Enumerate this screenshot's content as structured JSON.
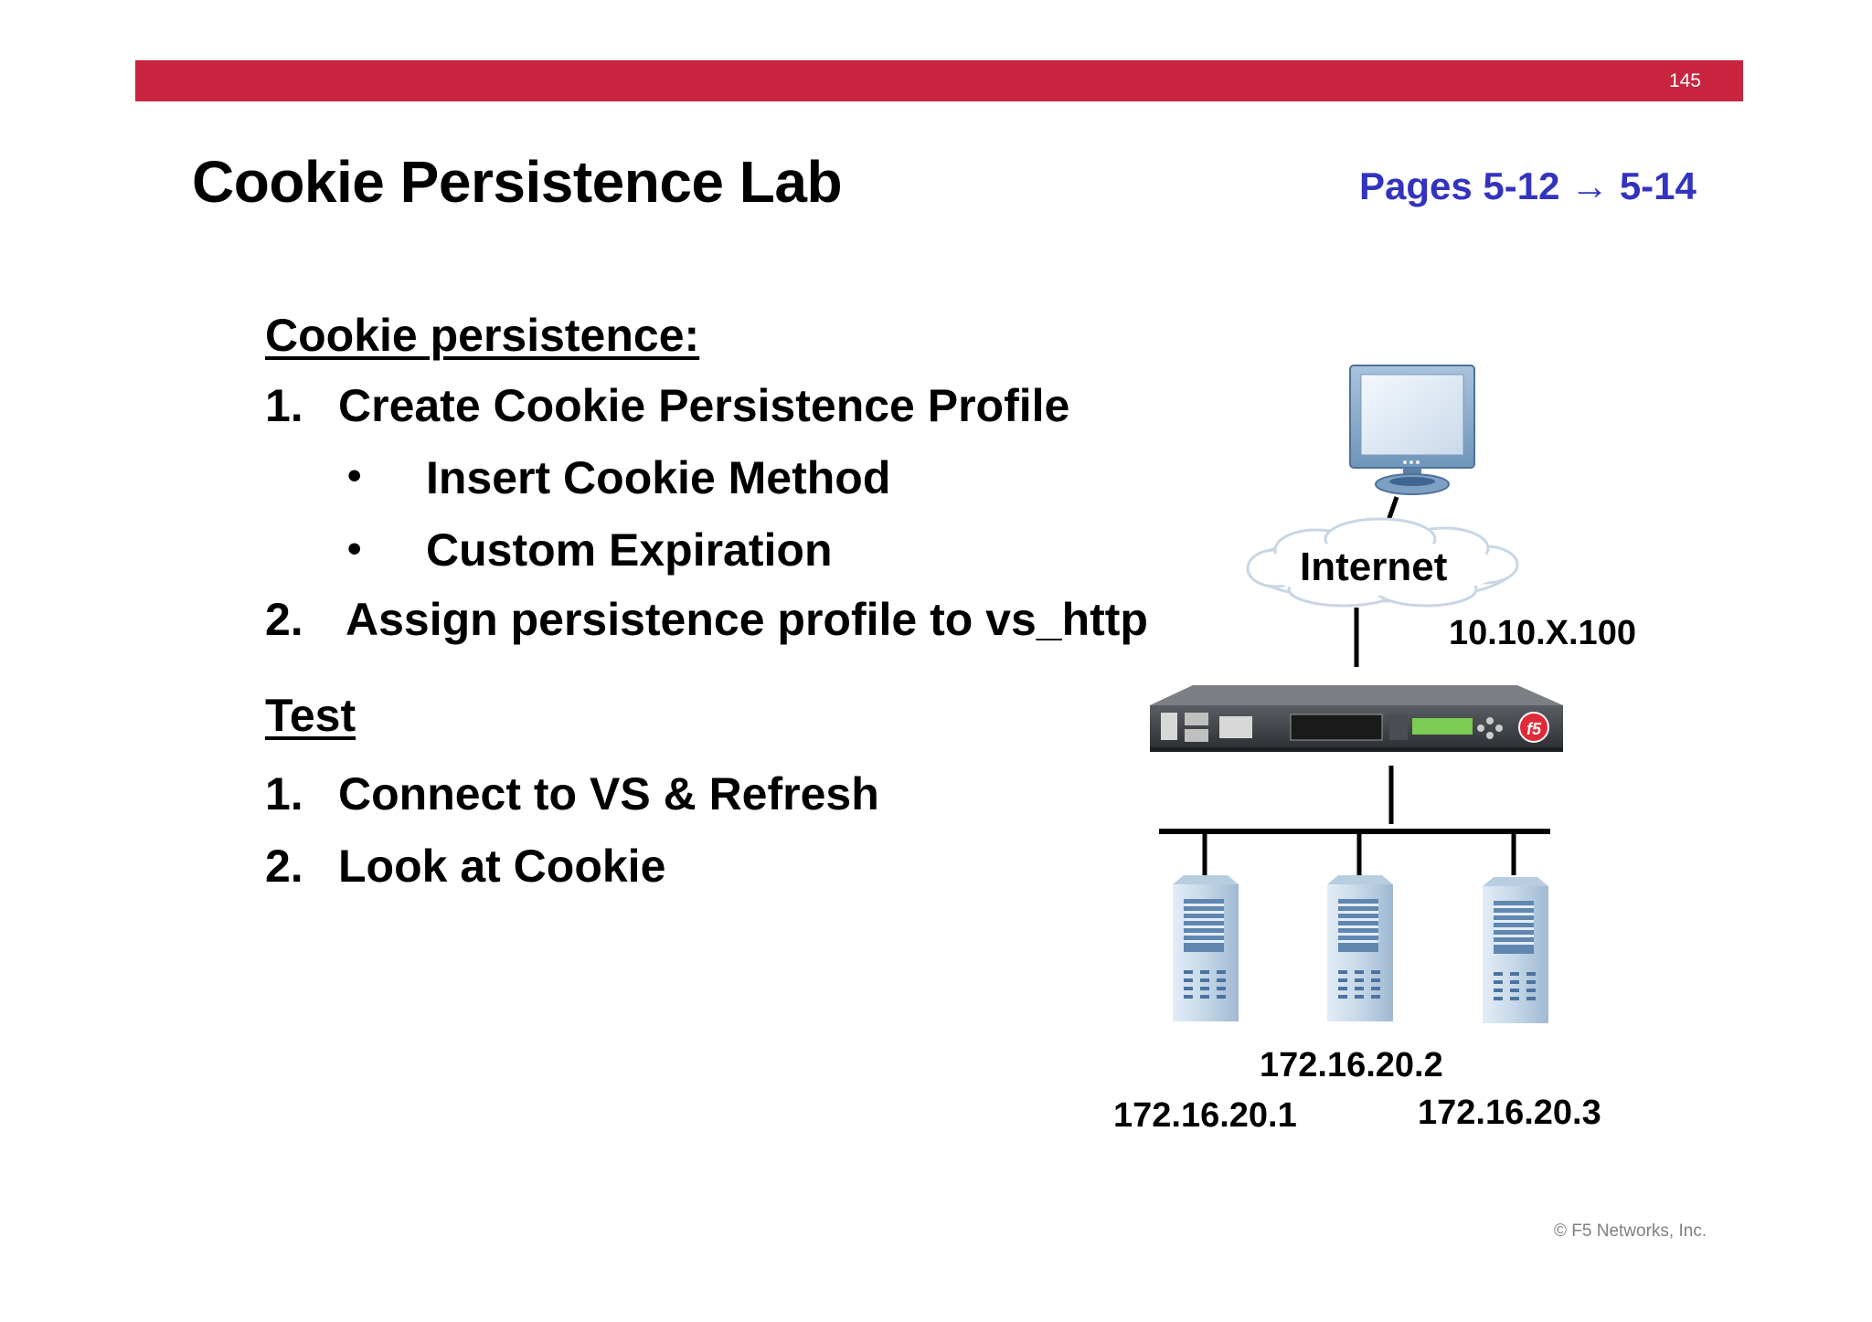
{
  "header": {
    "page_number": "145",
    "bar_color": "#c8243f"
  },
  "slide": {
    "title": "Cookie Persistence Lab",
    "pages_ref": "Pages 5-12 → 5-14",
    "pages_ref_color": "#3333c0"
  },
  "section1": {
    "heading": "Cookie persistence:",
    "step1_num": "1.",
    "step1": "Create Cookie Persistence Profile",
    "bullet1": "Insert Cookie Method",
    "bullet2": "Custom Expiration",
    "step2_num": "2.",
    "step2": "Assign persistence profile to vs_http"
  },
  "section2": {
    "heading": "Test",
    "step1_num": "1.",
    "step1": "Connect to VS & Refresh",
    "step2_num": "2.",
    "step2": "Look at Cookie"
  },
  "diagram": {
    "internet_label": "Internet",
    "vip_label": "10.10.X.100",
    "server2_ip": "172.16.20.2",
    "server1_ip": "172.16.20.1",
    "server3_ip": "172.16.20.3",
    "icons": [
      "monitor-icon",
      "cloud-icon",
      "load-balancer-appliance-icon",
      "server-icon"
    ],
    "f5_logo_text": "f5"
  },
  "footer": {
    "copyright": "© F5 Networks, Inc."
  }
}
